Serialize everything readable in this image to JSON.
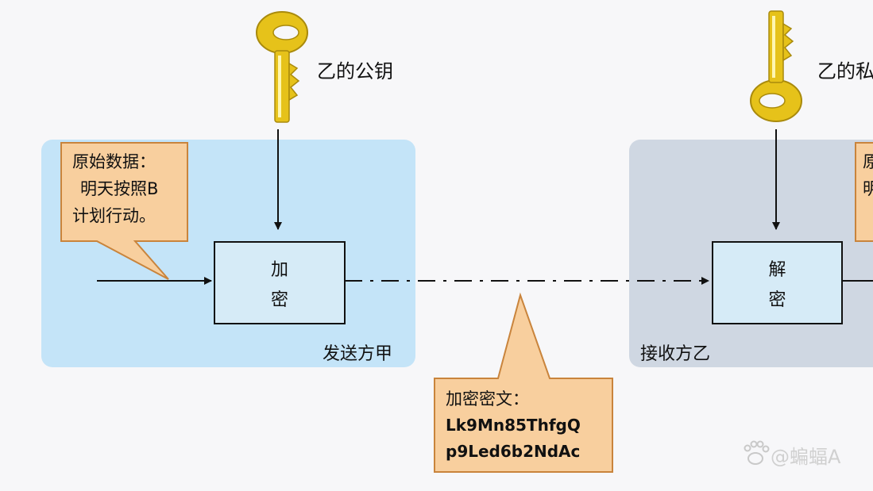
{
  "colors": {
    "sender_panel": "#c4e4f8",
    "receiver_panel": "#cfd7e2",
    "callout_fill": "#f8cf9e",
    "callout_border": "#c9843c",
    "box_fill": "#d6ebf7",
    "key_gold": "#e6c21a"
  },
  "sender": {
    "key_label": "乙的公钥",
    "note_title": "原始数据：",
    "note_line1": "明天按照B",
    "note_line2": "计划行动。",
    "box_char1": "加",
    "box_char2": "密",
    "panel_label": "发送方甲"
  },
  "receiver": {
    "key_label": "乙的私",
    "note_line1": "原",
    "note_line2": "明",
    "box_char1": "解",
    "box_char2": "密",
    "panel_label": "接收方乙"
  },
  "cipher": {
    "title": "加密密文：",
    "line1": "Lk9Mn85ThfgQ",
    "line2": "p9Led6b2NdAc"
  },
  "watermark": {
    "text": "@蝙蝠A",
    "icon": "paw-icon"
  }
}
